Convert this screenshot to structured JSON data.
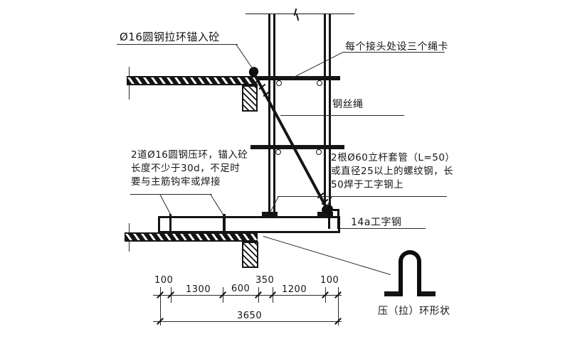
{
  "drawing_type": "cantilever-scaffold-anchorage-detail",
  "annotations": {
    "anchor_ring": "Ø16圆钢拉环锚入砼",
    "rope_clips": "每个接头处设三个绳卡",
    "wire_rope": "钢丝绳",
    "pressure_ring_note": {
      "line1": "2道Ø16圆钢压环，锚入砼",
      "line2": "长度不少于30d，不足时",
      "line3": "要与主筋钩牢或焊接"
    },
    "sleeve_note": {
      "line1": "2根Ø60立杆套管（L=50）",
      "line2": "或直径25以上的螺纹钢，长",
      "line3": "50焊于工字钢上"
    },
    "i_beam": "14a工字钢",
    "ring_shape": "压（拉）环形状"
  },
  "dimensions": {
    "segments": [
      "100",
      "1300",
      "600",
      "350",
      "1200",
      "100"
    ],
    "total": "3650"
  },
  "colors": {
    "line": "#141414",
    "background": "#ffffff"
  }
}
